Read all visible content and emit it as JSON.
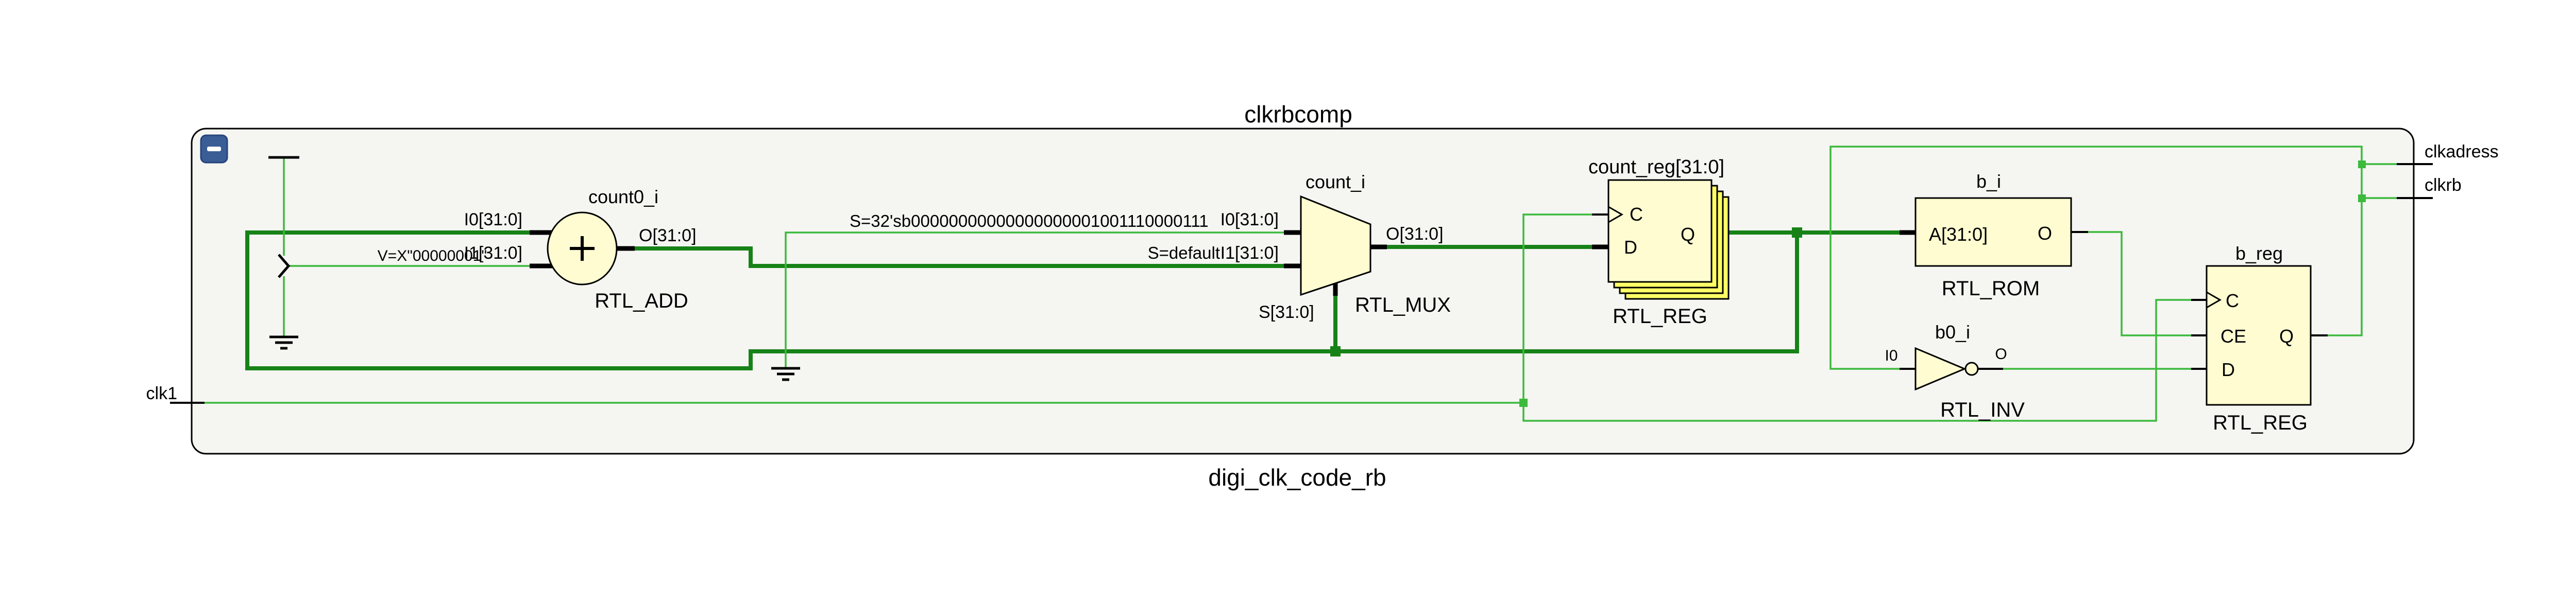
{
  "module": {
    "name": "clkrbcomp",
    "instance_path": "digi_clk_code_rb"
  },
  "ports": {
    "clk1": "clk1",
    "clkadress": "clkadress",
    "clkrb": "clkrb"
  },
  "cells": {
    "adder": {
      "instance": "count0_i",
      "type": "RTL_ADD",
      "op": "+",
      "pin_i0": "I0[31:0]",
      "pin_i1": "I1[31:0]",
      "pin_o": "O[31:0]"
    },
    "mux": {
      "instance": "count_i",
      "type": "RTL_MUX",
      "pin_i0": "I0[31:0]",
      "pin_i1": "I1[31:0]",
      "pin_o": "O[31:0]",
      "pin_s": "S[31:0]",
      "sel_case": "S=32'sb00000000000000000001001110000111",
      "sel_default": "S=default"
    },
    "count_reg": {
      "instance": "count_reg[31:0]",
      "type": "RTL_REG",
      "pin_c": "C",
      "pin_d": "D",
      "pin_q": "Q"
    },
    "rom": {
      "instance": "b_i",
      "type": "RTL_ROM",
      "pin_a": "A[31:0]",
      "pin_o": "O"
    },
    "inv": {
      "instance": "b0_i",
      "type": "RTL_INV",
      "pin_i0": "I0",
      "pin_o": "O"
    },
    "breg": {
      "instance": "b_reg",
      "type": "RTL_REG",
      "pin_c": "C",
      "pin_ce": "CE",
      "pin_d": "D",
      "pin_q": "Q"
    }
  },
  "constants": {
    "adder_i1_value": "V=X\"00000001\""
  },
  "colors": {
    "net_scalar": "#3cba3c",
    "net_bus": "#178217",
    "cell_fill": "#fffcd1",
    "cell_stack_fill": "#ffff66",
    "cell_border": "#000000",
    "container_fill": "#f5f5f2",
    "collapse_button": "#3a5d96",
    "text": "#000000"
  }
}
